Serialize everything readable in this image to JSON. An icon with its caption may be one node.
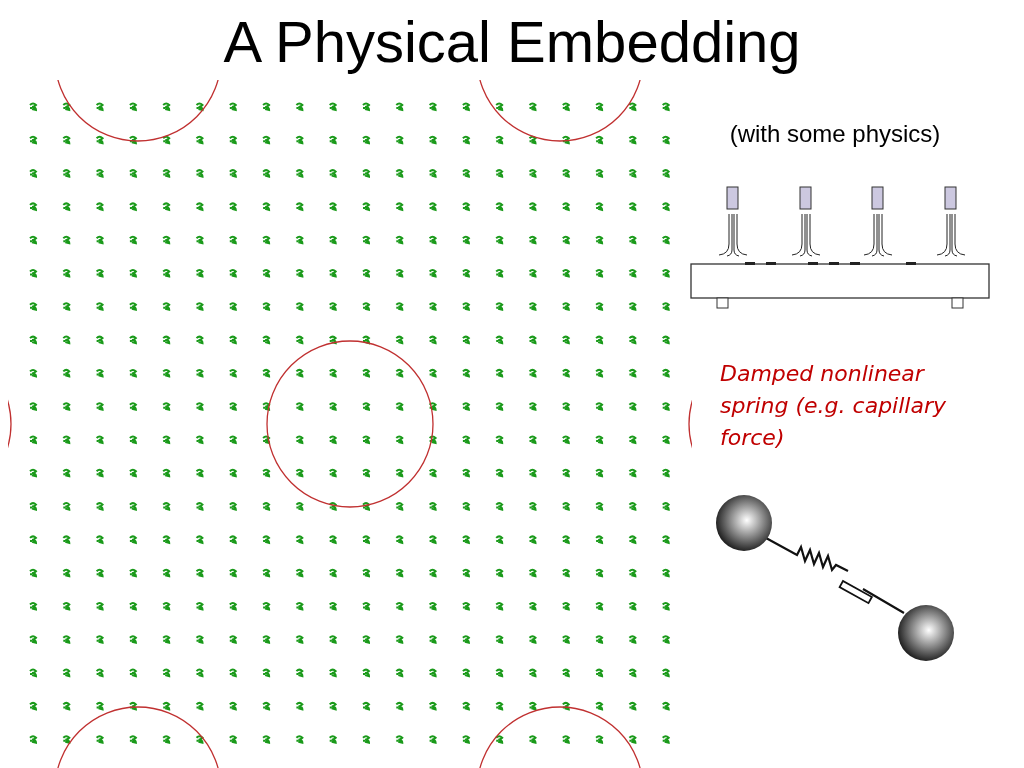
{
  "diagram": {
    "title": "A Physical Embedding",
    "labels": [
      "(with some physics)",
      "Damped nonlinear spring (e.g. capillary force)"
    ]
  }
}
